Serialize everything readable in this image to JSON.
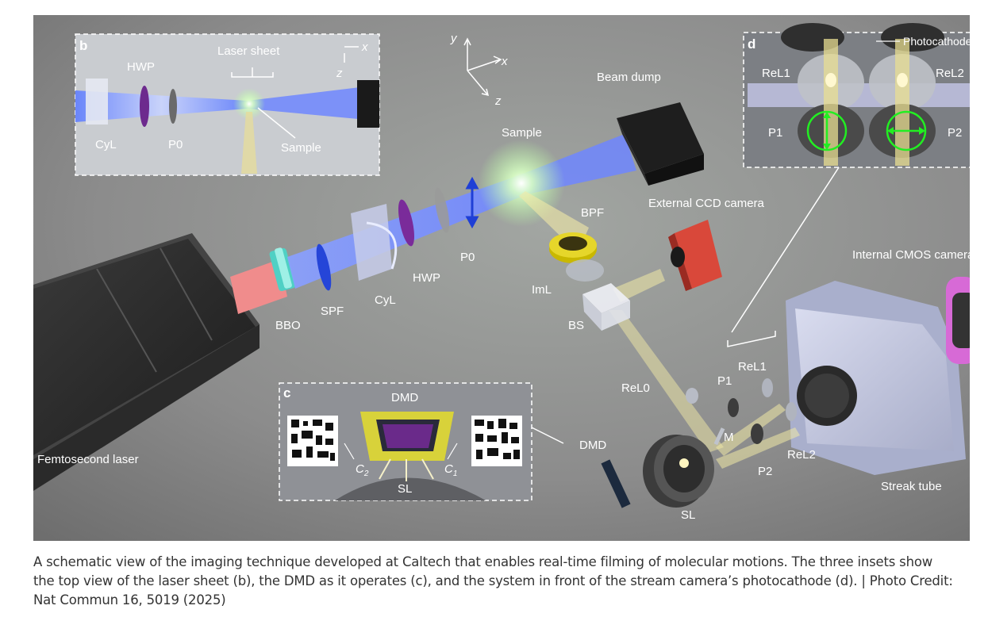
{
  "labels": {
    "inset_b": "b",
    "inset_c": "c",
    "inset_d": "d",
    "b_laser_sheet": "Laser sheet",
    "b_hwp": "HWP",
    "b_cyl": "CyL",
    "b_p0": "P0",
    "b_sample": "Sample",
    "b_x": "x",
    "b_z": "z",
    "axis_y": "y",
    "axis_x": "x",
    "axis_z": "z",
    "beam_dump": "Beam dump",
    "sample": "Sample",
    "external_ccd": "External CCD camera",
    "bpf": "BPF",
    "p0": "P0",
    "hwp": "HWP",
    "cyl": "CyL",
    "spf": "SPF",
    "bbo": "BBO",
    "iml": "ImL",
    "bs": "BS",
    "internal_cmos": "Internal CMOS camera",
    "femtosecond_laser": "Femtosecond laser",
    "c_dmd": "DMD",
    "c_c2": "C",
    "c_c2_sub": "2",
    "c_c1": "C",
    "c_c1_sub": "1",
    "c_sl": "SL",
    "dmd": "DMD",
    "rel0": "ReL0",
    "p1": "P1",
    "rel1": "ReL1",
    "m": "M",
    "rel2": "ReL2",
    "p2": "P2",
    "streak_tube": "Streak tube",
    "sl": "SL",
    "d_photocathode": "Photocathode",
    "d_rel1": "ReL1",
    "d_rel2": "ReL2",
    "d_p1": "P1",
    "d_p2": "P2"
  },
  "colors": {
    "background": "#8a8a8a",
    "blue_beam": "#7f93ff",
    "red_beam": "#f28a8a",
    "yellow_beam": "#efe6a0",
    "green_glow": "#c8ffb0",
    "arrow_blue": "#1f3fd6",
    "arrow_green": "#22ee22"
  },
  "caption": {
    "text": "A schematic view of the imaging technique developed at Caltech that enables real-time filming of molecular motions. The three insets show the top view of the laser sheet (b), the DMD as it operates (c), and the system in front of the stream camera’s photocathode (d). | Photo Credit: Nat Commun 16, 5019 (2025)"
  }
}
